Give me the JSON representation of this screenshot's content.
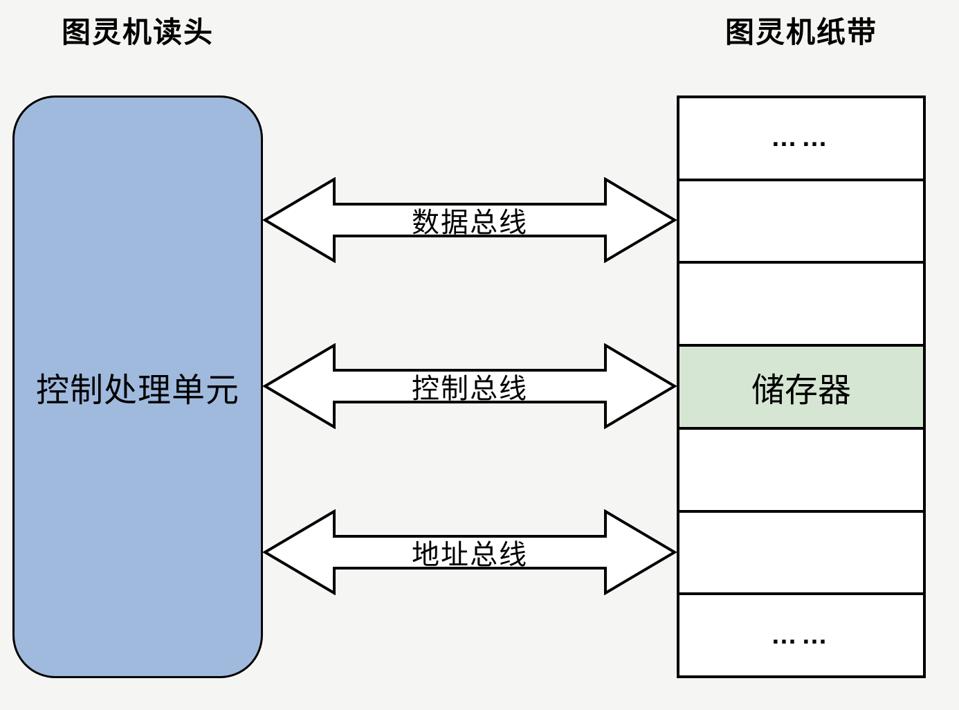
{
  "colors": {
    "bg": "#f5f5f3",
    "cpu-fill": "#a0bade",
    "highlight-fill": "#d5e6d2",
    "stroke": "#000000",
    "arrow-fill": "#ffffff"
  },
  "head": {
    "title": "图灵机读头",
    "cpu_label": "控制处理单元"
  },
  "tape": {
    "title": "图灵机纸带",
    "cells": [
      {
        "text": "……",
        "highlighted": false
      },
      {
        "text": "",
        "highlighted": false
      },
      {
        "text": "",
        "highlighted": false
      },
      {
        "text": "储存器",
        "highlighted": true
      },
      {
        "text": "",
        "highlighted": false
      },
      {
        "text": "",
        "highlighted": false
      },
      {
        "text": "……",
        "highlighted": false
      }
    ]
  },
  "buses": [
    {
      "label": "数据总线"
    },
    {
      "label": "控制总线"
    },
    {
      "label": "地址总线"
    }
  ]
}
